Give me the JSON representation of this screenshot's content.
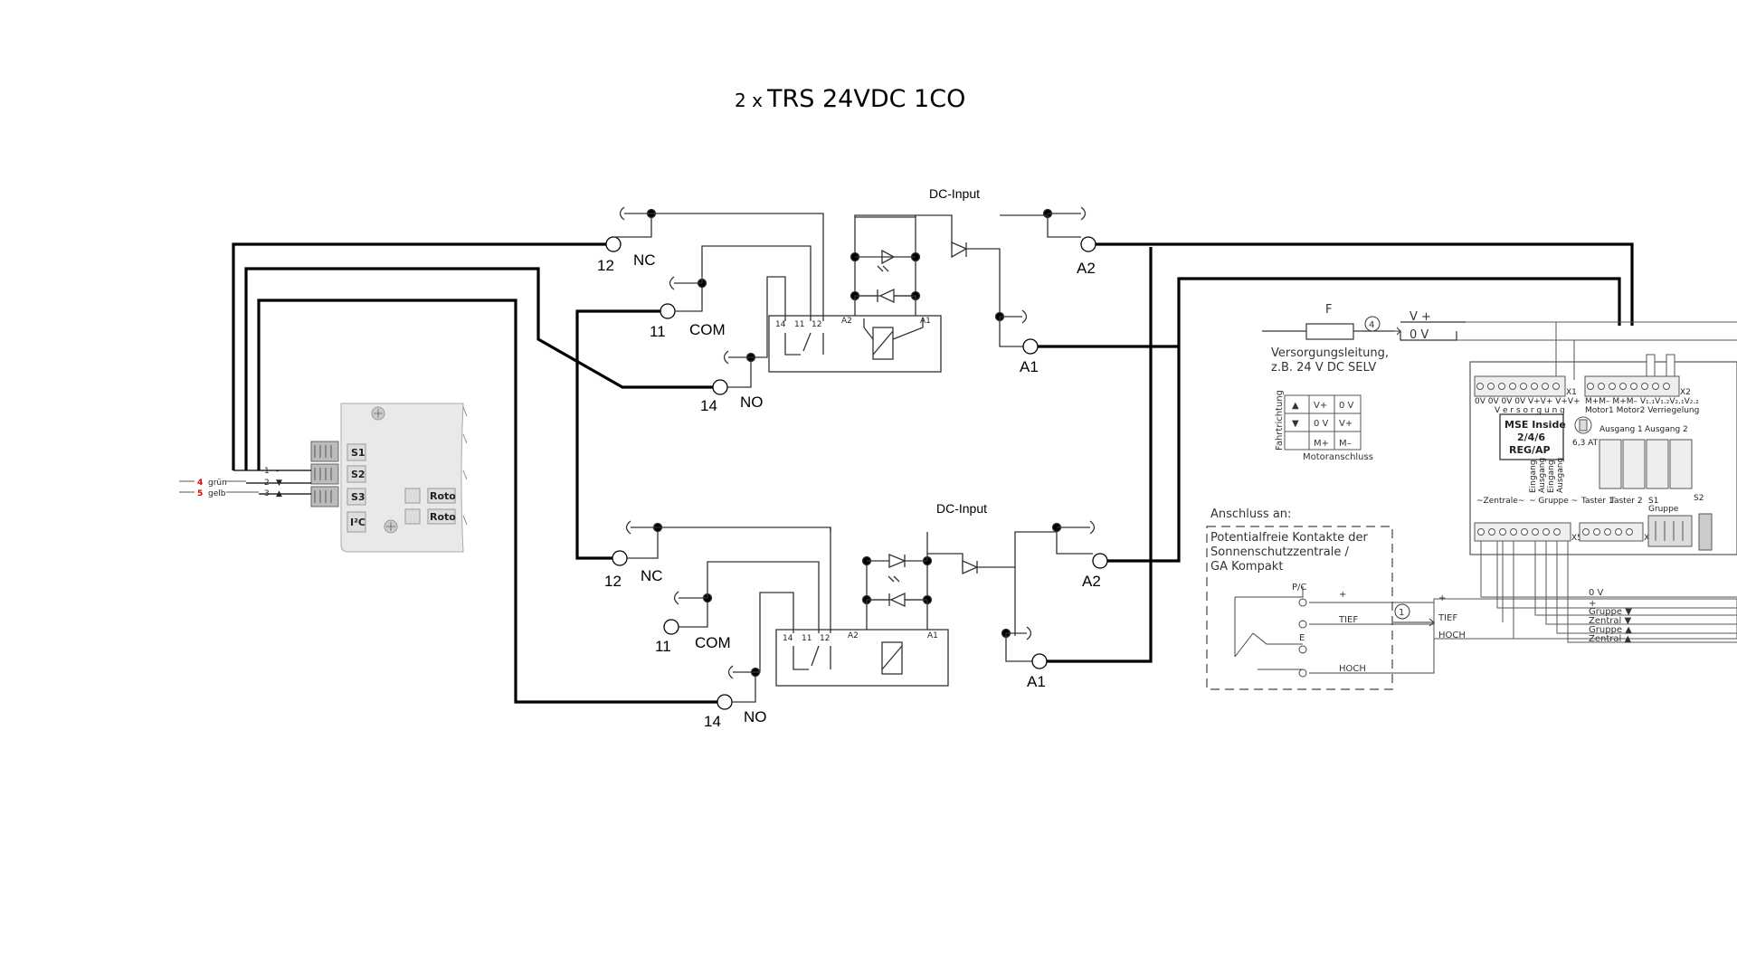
{
  "title": {
    "prefix": "2 x",
    "main": "TRS 24VDC 1CO"
  },
  "relays": [
    {
      "dc_input": "DC-Input",
      "terminals": {
        "t12": "12",
        "nc": "NC",
        "t11": "11",
        "com": "COM",
        "t14": "14",
        "no": "NO",
        "a1": "A1",
        "a2": "A2"
      },
      "inner": {
        "i14": "14",
        "i11": "11",
        "i12": "12",
        "a2": "A2",
        "a1": "A1"
      }
    },
    {
      "dc_input": "DC-Input",
      "terminals": {
        "t12": "12",
        "nc": "NC",
        "t11": "11",
        "com": "COM",
        "t14": "14",
        "no": "NO",
        "a1": "A1",
        "a2": "A2"
      },
      "inner": {
        "i14": "14",
        "i11": "11",
        "i12": "12",
        "a2": "A2",
        "a1": "A1"
      }
    }
  ],
  "motor_module": {
    "buttons": [
      "S1",
      "S2",
      "S3",
      "I²C"
    ],
    "logos": [
      "Roto",
      "Roto"
    ],
    "wires": [
      {
        "num": "4",
        "color": "grün",
        "pin": "1",
        "sym": "-"
      },
      {
        "num": "5",
        "color": "gelb",
        "pin": "2",
        "sym": "▼"
      },
      {
        "num": "",
        "color": "",
        "pin": "3",
        "sym": "▲"
      }
    ]
  },
  "controller": {
    "fuse_label": "F",
    "circle4": "4",
    "circle1": "1",
    "v_plus": "V +",
    "zero_v": "0 V",
    "supply_1": "Versorgungsleitung,",
    "supply_2": "z.B. 24 V DC SELV",
    "fahrtrichtung": "Fahrtrichtung",
    "motor_table": [
      [
        "▲",
        "V+",
        "0 V"
      ],
      [
        "▼",
        "0 V",
        "V+"
      ],
      [
        "",
        "M+",
        "M–"
      ]
    ],
    "motoranschluss": "Motoranschluss",
    "anschluss": "Anschluss an:",
    "contacts_1": "Potentialfreie Kontakte der",
    "contacts_2": "Sonnenschutzzentrale /",
    "contacts_3": "GA Kompakt",
    "pc": "P/C",
    "e": "E",
    "tief": "TIEF",
    "hoch": "HOCH",
    "plus": "+",
    "mse_1": "MSE Inside",
    "mse_2": "2/4/6",
    "mse_3": "REG/AP",
    "x1_labels": "0V 0V 0V 0V   V+V+ V+V+",
    "versorgung": "V e r s o r g u n g",
    "x1": "X1",
    "x2": "X2",
    "x2_labels": "M+M–  M+M–  V₁.₁V₁.₂V₂.₁V₂.₂",
    "motor_labels": "Motor1 Motor2 Verriegelung",
    "fuse_63": "6,3 AT",
    "ausgang1": "Ausgang 1",
    "ausgang2": "Ausgang 2",
    "eingang_labels": [
      "Eingang",
      "Ausgang",
      "Eingang",
      "Ausgang"
    ],
    "zentrale": "~Zentrale~",
    "gruppe": "~ Gruppe ~",
    "taster1": "Taster 1",
    "taster2": "Taster 2",
    "s1": "S1",
    "s1_gruppe": "Gruppe",
    "s2": "S2",
    "x5": "X5",
    "x6": "X6",
    "bottom_0v": "0 V",
    "bottom_plus": "+",
    "bus": [
      "Gruppe ▼",
      "Zentral ▼",
      "Gruppe ▲",
      "Zentral ▲"
    ]
  }
}
